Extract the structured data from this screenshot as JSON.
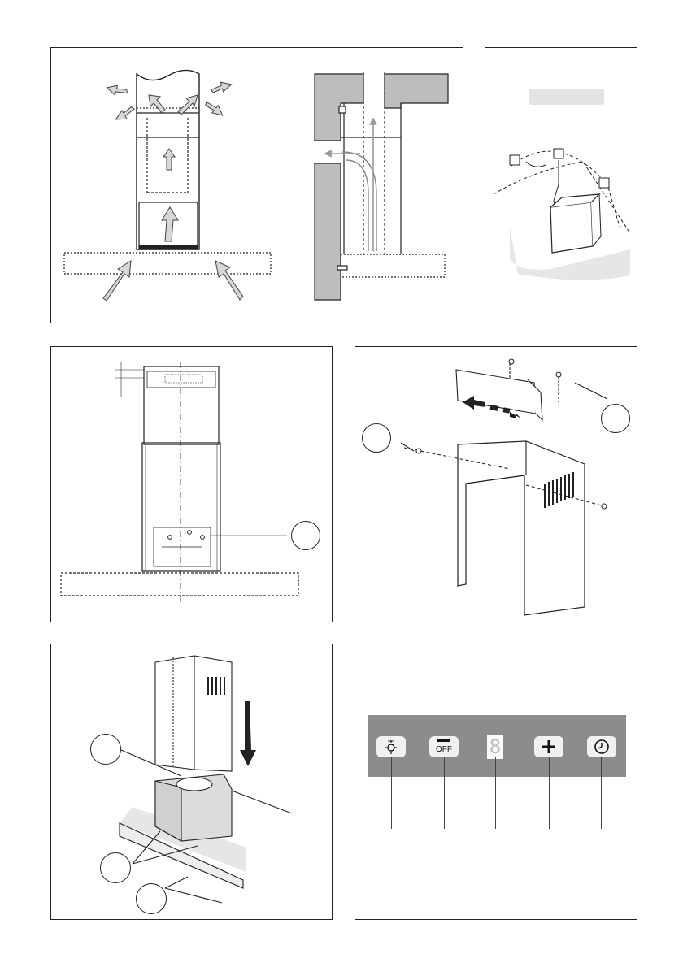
{
  "figures": [
    {
      "id": "fig-airflow-filter",
      "description_label": ""
    },
    {
      "id": "fig-wiring-bracket",
      "description_label": ""
    },
    {
      "id": "fig-chimney-mounting",
      "description_label": ""
    },
    {
      "id": "fig-bracket-cover",
      "description_label": ""
    },
    {
      "id": "fig-chimney-install",
      "description_label": ""
    },
    {
      "id": "fig-control-panel",
      "description_label": ""
    }
  ],
  "control_panel": {
    "off_label": "OFF",
    "display_digit": "8",
    "buttons": [
      {
        "name": "light-button",
        "icon": "light-icon"
      },
      {
        "name": "off-button",
        "icon": "minus-icon"
      },
      {
        "name": "speed-display",
        "icon": "seven-segment-digit"
      },
      {
        "name": "plus-button",
        "icon": "plus-icon"
      },
      {
        "name": "timer-button",
        "icon": "clock-icon"
      }
    ]
  },
  "colors": {
    "panel_bar": "#8c8c8c",
    "arrow_fill": "#d7d7d7",
    "wall": "#bdbdbd",
    "line": "#222222"
  }
}
